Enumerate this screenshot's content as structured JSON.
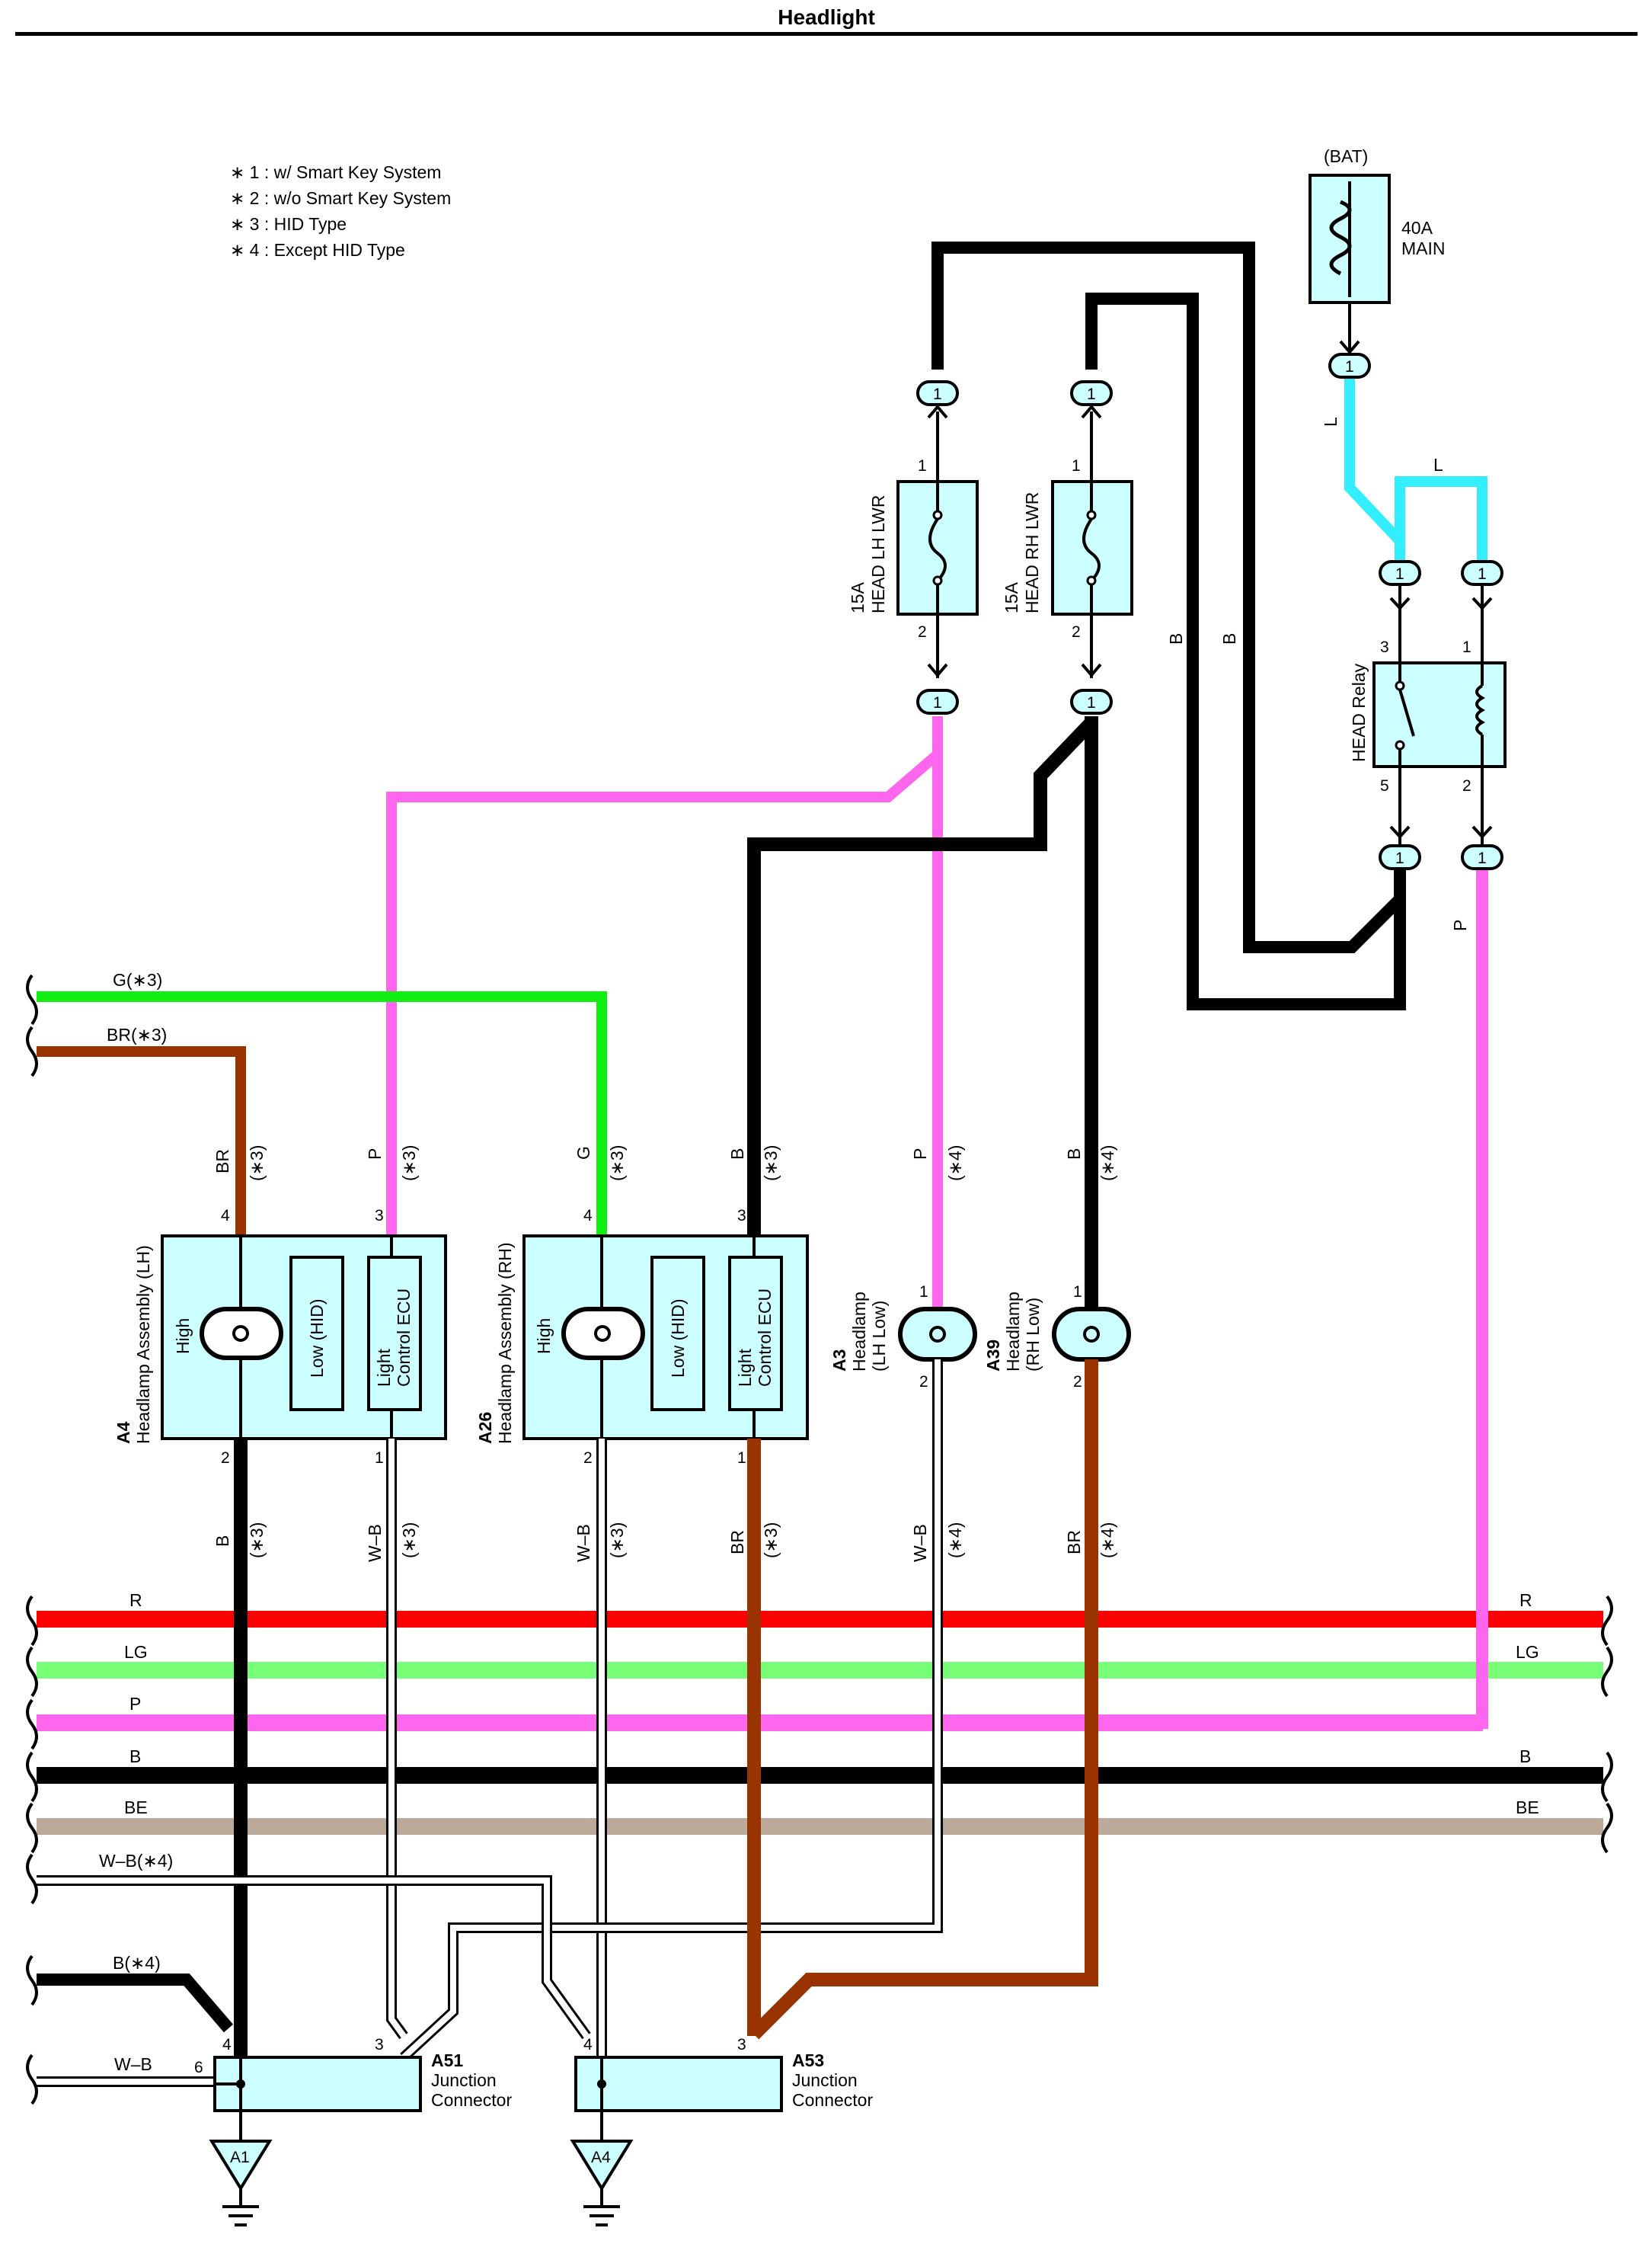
{
  "title": "Headlight",
  "notes": [
    "∗ 1 : w/ Smart Key System",
    "∗ 2 : w/o Smart Key System",
    "∗ 3 : HID Type",
    "∗ 4 : Except HID Type"
  ],
  "bat": {
    "label": "(BAT)",
    "fuse_amp": "40A",
    "fuse_name": "MAIN",
    "wire": "L"
  },
  "fuses": {
    "lh_amp": "15A",
    "lh_name": "HEAD LH LWR",
    "rh_amp": "15A",
    "rh_name": "HEAD RH LWR",
    "pin1": "1",
    "pin2": "2"
  },
  "relay": {
    "name": "HEAD Relay",
    "p3": "3",
    "p1": "1",
    "p5": "5",
    "p2": "2",
    "wire_top": "L",
    "wire_out": "P"
  },
  "connector_pin": "1",
  "wires": {
    "B": "B",
    "P": "P",
    "G": "G",
    "BR": "BR",
    "WB": "W–B",
    "note3": "(∗3)",
    "note4": "(∗4)",
    "G_left": "G(∗3)",
    "BR_left": "BR(∗3)"
  },
  "headlamp_lh": {
    "code": "A4",
    "name": "Headlamp Assembly (LH)",
    "high": "High",
    "low": "Low (HID)",
    "ecu1": "Light",
    "ecu2": "Control ECU",
    "pin4": "4",
    "pin3": "3",
    "pin2": "2",
    "pin1": "1"
  },
  "headlamp_rh": {
    "code": "A26",
    "name": "Headlamp Assembly (RH)",
    "high": "High",
    "low": "Low (HID)",
    "ecu1": "Light",
    "ecu2": "Control ECU",
    "pin4": "4",
    "pin3": "3",
    "pin2": "2",
    "pin1": "1"
  },
  "headlamp_a3": {
    "code": "A3",
    "name1": "Headlamp",
    "name2": "(LH Low)",
    "pin1": "1",
    "pin2": "2"
  },
  "headlamp_a39": {
    "code": "A39",
    "name1": "Headlamp",
    "name2": "(RH Low)",
    "pin1": "1",
    "pin2": "2"
  },
  "bus": {
    "R": "R",
    "LG": "LG",
    "P": "P",
    "B": "B",
    "BE": "BE",
    "WB4": "W–B(∗4)",
    "B4": "B(∗4)",
    "WB": "W–B"
  },
  "junction_a51": {
    "code": "A51",
    "name1": "Junction",
    "name2": "Connector",
    "pin4": "4",
    "pin3": "3",
    "pin6": "6",
    "ground": "A1"
  },
  "junction_a53": {
    "code": "A53",
    "name1": "Junction",
    "name2": "Connector",
    "pin4": "4",
    "pin3": "3",
    "ground": "A4"
  },
  "colors": {
    "black": "#000000",
    "pink": "#ff66ee",
    "green": "#11ee11",
    "brown": "#993300",
    "red": "#ff0000",
    "lightgreen": "#77ff77",
    "beige": "#bba99a",
    "cyan": "#33eeff",
    "box": "#ccffff"
  }
}
